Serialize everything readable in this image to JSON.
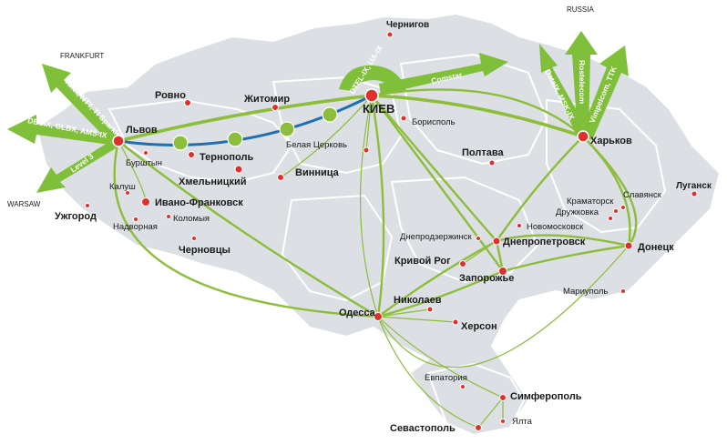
{
  "countries": {
    "russia": "RUSSIA",
    "warsaw": "WARSAW",
    "frankfurt": "FRANKFURT"
  },
  "arrows": {
    "frankfurt": "Tinet, NTT, TI Sparkle",
    "west": "DECIX, GLBX, AMS-IX",
    "warsaw": "Level 3",
    "kiev_up": "DTEL-IX, UA-IX",
    "comstar": "Comstar",
    "datax": "DataIX, MSK-IX",
    "rostelecom": "Rostelecom",
    "vimpelcom": "Vimpelcom, TTK"
  },
  "cities": {
    "kiev": "КИЕВ",
    "lviv": "Львов",
    "kharkiv": "Харьков",
    "chernigov": "Чернигов",
    "rovno": "Ровно",
    "zhitomir": "Житомир",
    "borispol": "Борисполь",
    "poltava": "Полтава",
    "belaya": "Белая Церковь",
    "vinnitsa": "Винница",
    "ternopol": "Тернополь",
    "khmelnitsky": "Хмельницкий",
    "burshtyn": "Бурштын",
    "kalush": "Калуш",
    "ivano": "Ивано-Франковск",
    "uzhgorod": "Ужгород",
    "nadvornaya": "Надворная",
    "kolomyya": "Коломыя",
    "chernovtsy": "Черновцы",
    "luhansk": "Луганск",
    "kramatorsk": "Краматорск",
    "slavyansk": "Славянск",
    "druzhkovka": "Дружковка",
    "novomoskovsk": "Новомосковск",
    "dneprodzerzhinsk": "Днепродзержинск",
    "dnepropetrovsk": "Днепропетровск",
    "donetsk": "Донецк",
    "krivoy": "Кривой Рог",
    "zaporozhye": "Запорожье",
    "mariupol": "Мариуполь",
    "nikolaev": "Николаев",
    "odessa": "Одесса",
    "kherson": "Херсон",
    "evpatoria": "Евпатория",
    "simferopol": "Симферополь",
    "sevastopol": "Севастополь",
    "yalta": "Ялта"
  },
  "colors": {
    "link": "#8cbd3b",
    "arrow": "#7fbf3a",
    "city": "#e0302c",
    "trunk": "#1f6fb2",
    "land": "#dcdfe3"
  }
}
